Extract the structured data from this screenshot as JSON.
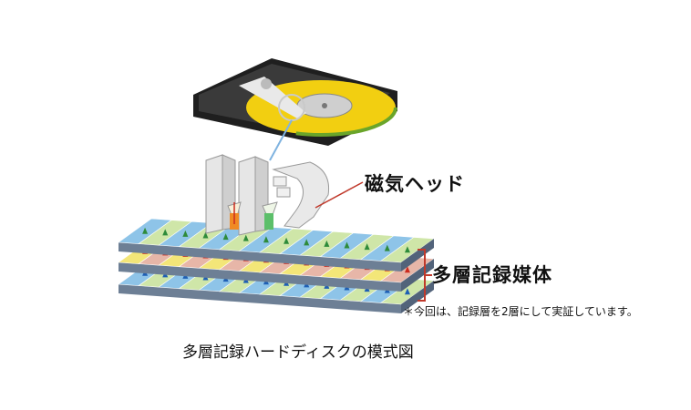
{
  "labels": {
    "magnetic_head": "磁気ヘッド",
    "multilayer_media": "多層記録媒体",
    "footnote": "＊今回は、記録層を2層にして実証しています。",
    "caption": "多層記録ハードディスクの模式図"
  },
  "colors": {
    "disk_body": "#2b2b2b",
    "platter_yellow": "#f2cf11",
    "platter_green": "#6aa52a",
    "head_gray": "#d9d9d9",
    "layer_blue": "#8ec4e8",
    "layer_green": "#cfe6a8",
    "layer_yellow": "#f3e678",
    "layer_rose": "#e7b6a8",
    "arrow_blue": "#1e5fb4",
    "arrow_green": "#2e8b3a",
    "arrow_red": "#cc2a1e",
    "callout_red": "#c0392b"
  },
  "icons": {
    "hard_disk": "hard-disk-icon",
    "magnetic_head": "magnetic-head-icon"
  }
}
